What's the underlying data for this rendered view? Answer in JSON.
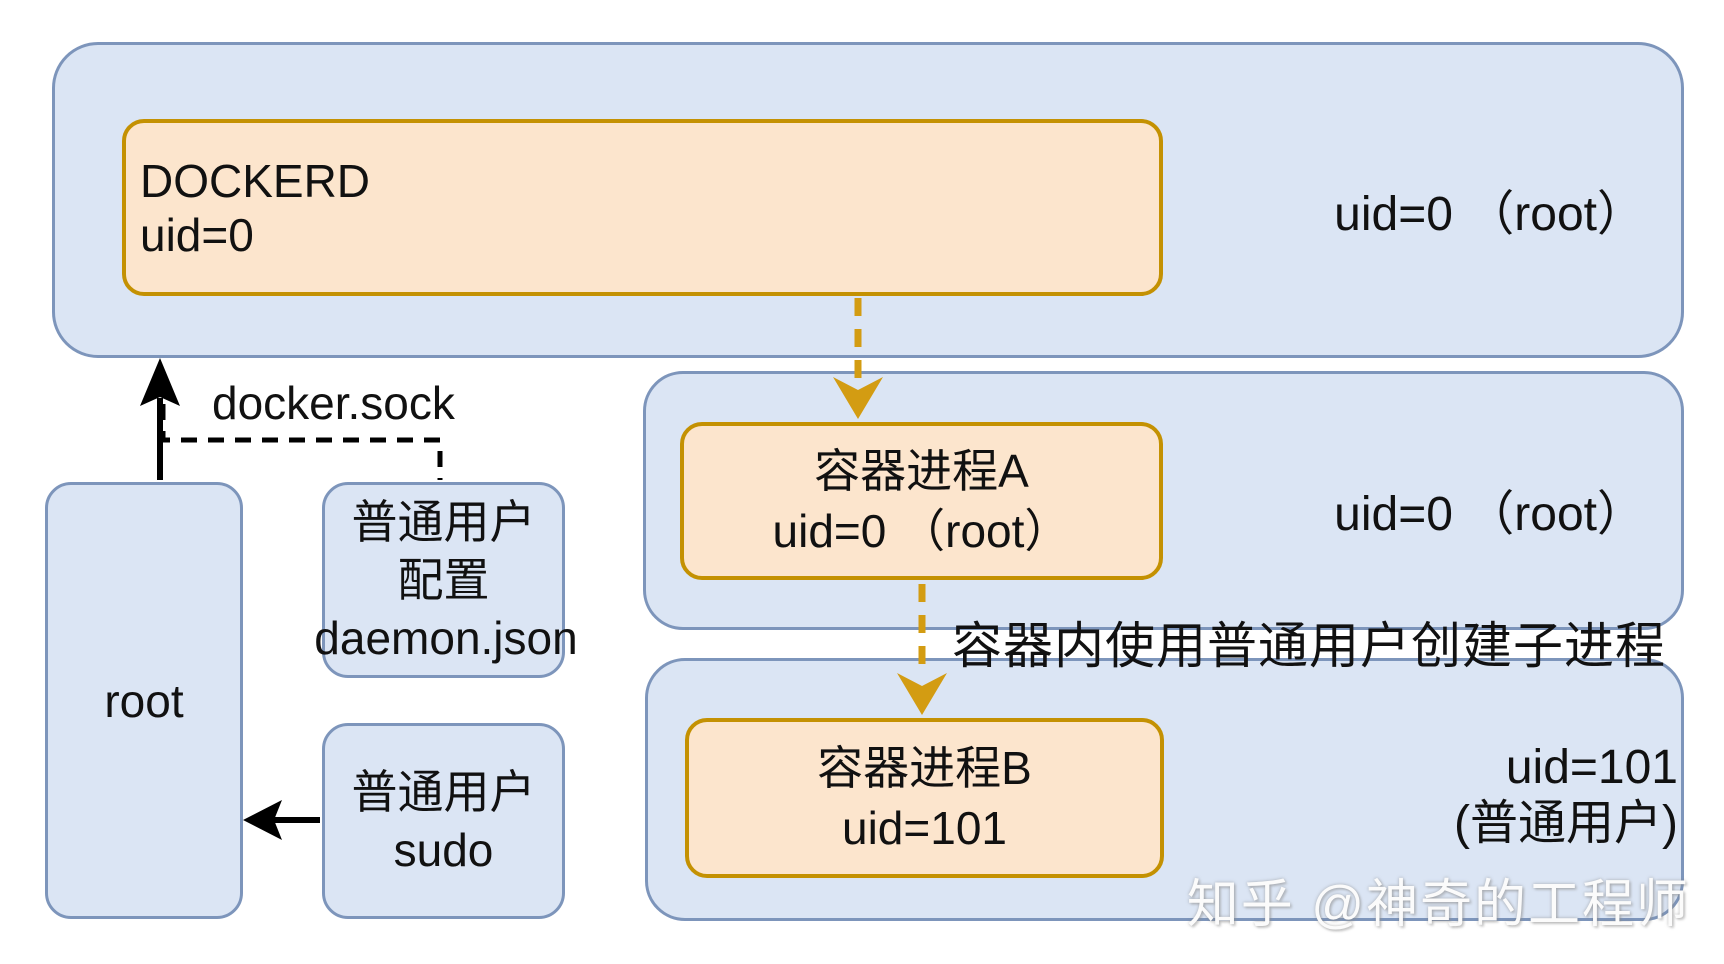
{
  "host": {
    "uid_label": "uid=0 （root）",
    "dockerd_line1": "DOCKERD",
    "dockerd_line2": "uid=0"
  },
  "container_a": {
    "uid_label": "uid=0 （root）",
    "box_line1": "容器进程A",
    "box_line2": "uid=0 （root）"
  },
  "container_b": {
    "uid_label_line1": "uid=101",
    "uid_label_line2": "(普通用户)",
    "box_line1": "容器进程B",
    "box_line2": "uid=101"
  },
  "host_users": {
    "root_label": "root",
    "docker_sock_label": "docker.sock",
    "daemon_line1": "普通用户",
    "daemon_line2": "配置",
    "daemon_line3": "daemon.json",
    "sudo_line1": "普通用户",
    "sudo_line2": "sudo"
  },
  "annotation": "容器内使用普通用户创建子进程",
  "watermark": "知乎 @神奇的工程师",
  "colors": {
    "container_fill": "#dbe5f4",
    "container_border": "#7d95bb",
    "process_fill": "#fce5cd",
    "process_border": "#c49102",
    "arrow_orange": "#d39c12",
    "arrow_black": "#000000"
  }
}
